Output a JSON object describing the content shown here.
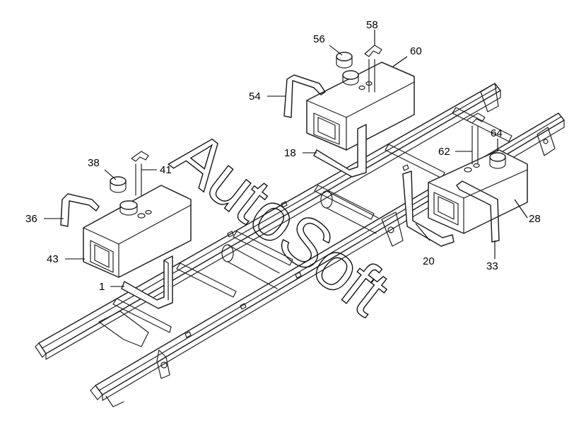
{
  "watermark": "AutoSoft",
  "callouts": {
    "c1": "1",
    "c18": "18",
    "c20": "20",
    "c28": "28",
    "c33": "33",
    "c36": "36",
    "c38": "38",
    "c41": "41",
    "c43": "43",
    "c54": "54",
    "c56": "56",
    "c58": "58",
    "c60": "60",
    "c62": "62",
    "c64": "64"
  },
  "colors": {
    "ink": "#222222",
    "background": "#ffffff"
  }
}
